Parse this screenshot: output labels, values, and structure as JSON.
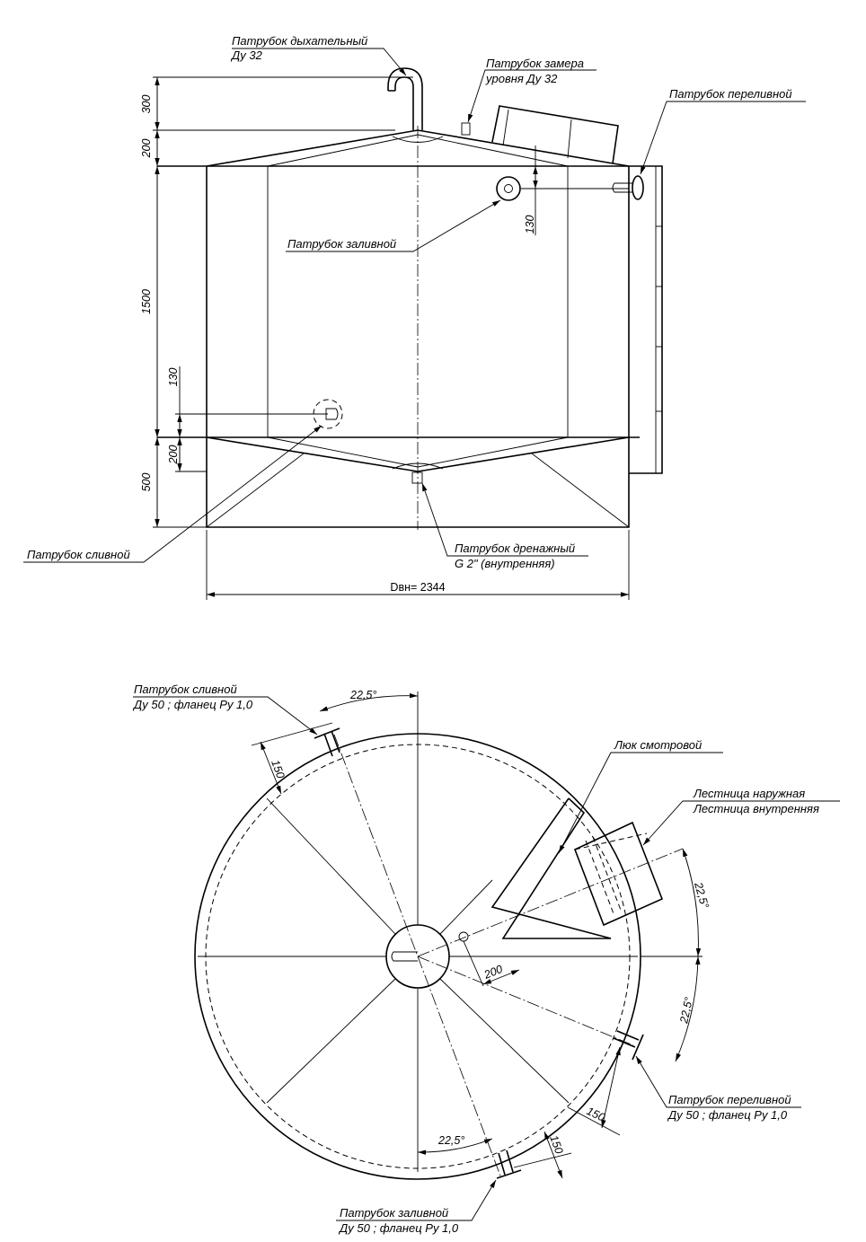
{
  "side_view": {
    "labels": {
      "breathing_1": "Патрубок дыхательный",
      "breathing_2": "Ду 32",
      "level_1": "Патрубок замера",
      "level_2": "уровня Ду 32",
      "overflow": "Патрубок переливной",
      "fill": "Патрубок заливной",
      "drain_1": "Патрубок сливной",
      "drainage_1": "Патрубок дренажный",
      "drainage_2": "G 2\" (внутренняя)"
    },
    "dims": {
      "d300": "300",
      "d200_top": "200",
      "d1500": "1500",
      "d130_left": "130",
      "d200_bottom": "200",
      "d500": "500",
      "d130_right": "130",
      "diameter": "Dвн= 2344"
    }
  },
  "plan_view": {
    "labels": {
      "drain_1": "Патрубок сливной",
      "drain_2": "Ду 50 ; фланец Ру 1,0",
      "hatch": "Люк смотровой",
      "ladder_out": "Лестница наружная",
      "ladder_in": "Лестница внутренняя",
      "overflow_1": "Патрубок переливной",
      "overflow_2": "Ду 50 ; фланец Ру 1,0",
      "fill_1": "Патрубок заливной",
      "fill_2": "Ду 50 ; фланец Ру 1,0"
    },
    "dims": {
      "angle_top": "22,5°",
      "angle_right_upper": "22,5°",
      "angle_right_lower": "22,5°",
      "angle_bottom": "22,5°",
      "d150_left": "150",
      "d150_right": "150",
      "d150_bottom": "150",
      "d200": "200"
    }
  }
}
